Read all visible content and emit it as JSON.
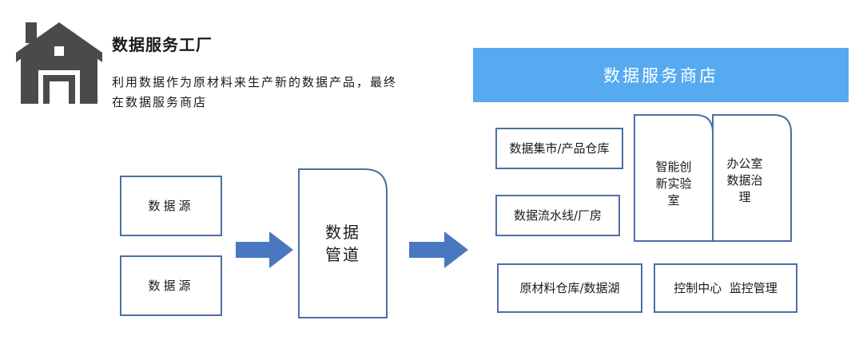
{
  "factory": {
    "icon": "factory-house-icon",
    "title": "数据服务工厂",
    "desc_line1": "利用数据作为原材料来生产新的数据产品，最终",
    "desc_line2": "在数据服务商店"
  },
  "sources": [
    {
      "label": "数据源"
    },
    {
      "label": "数据源"
    }
  ],
  "pipeline": {
    "label_line1": "数据",
    "label_line2": "管道"
  },
  "shop": {
    "title": "数据服务商店",
    "items": {
      "mart": "数据集市/产品仓库",
      "flow": "数据流水线/厂房",
      "lab_line1": "智能创",
      "lab_line2": "新实验",
      "lab_line3": "室",
      "office_line1": "办公室",
      "office_line2": "数据治",
      "office_line3": "理",
      "warehouse": "原材料仓库/数据湖",
      "control": "控制中心  监控管理"
    }
  },
  "colors": {
    "border": "#4a6fa5",
    "arrow": "#4a78c0",
    "banner": "#56aaf0",
    "icon": "#4a4a4a"
  }
}
